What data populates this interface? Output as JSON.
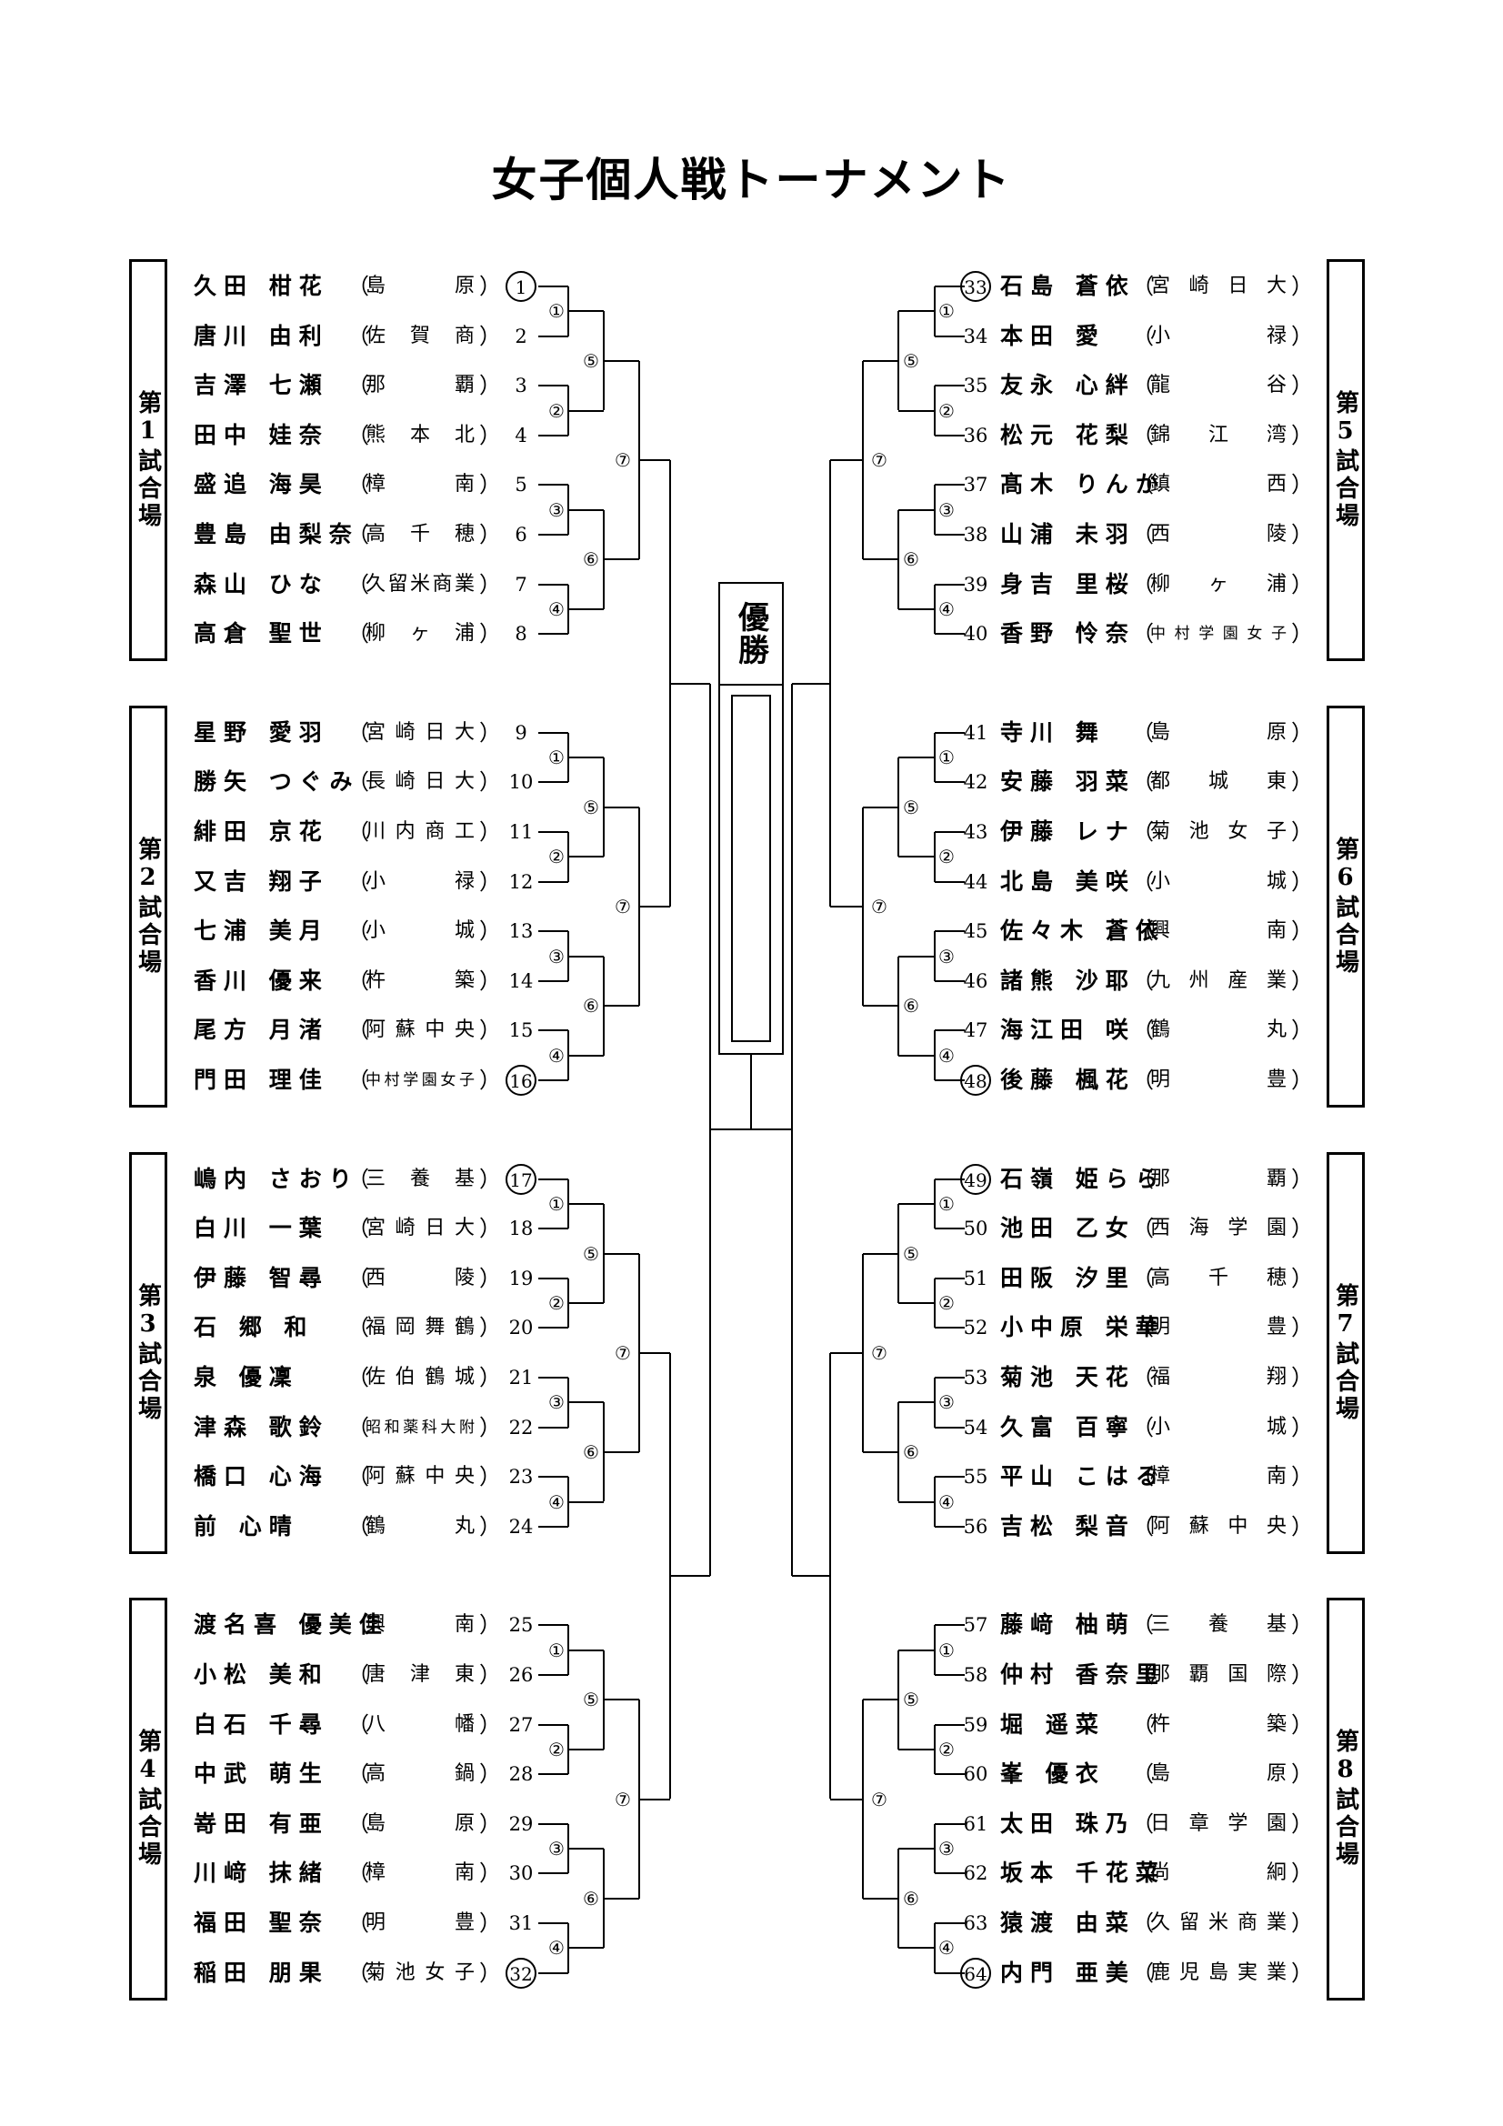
{
  "title": "女子個人戦トーナメント",
  "champion_label": "優勝",
  "round_labels": {
    "r1": [
      "①",
      "②",
      "③",
      "④"
    ],
    "r2": [
      "⑤",
      "⑥"
    ],
    "r3": "⑦"
  },
  "venues": [
    {
      "label": "第1試合場"
    },
    {
      "label": "第2試合場"
    },
    {
      "label": "第3試合場"
    },
    {
      "label": "第4試合場"
    },
    {
      "label": "第5試合場"
    },
    {
      "label": "第6試合場"
    },
    {
      "label": "第7試合場"
    },
    {
      "label": "第8試合場"
    }
  ],
  "players": [
    {
      "no": "1",
      "name": "久田 柑花",
      "school": "島原",
      "seed": true
    },
    {
      "no": "2",
      "name": "唐川 由利",
      "school": "佐賀商"
    },
    {
      "no": "3",
      "name": "吉澤 七瀬",
      "school": "那覇"
    },
    {
      "no": "4",
      "name": "田中 娃奈",
      "school": "熊本北"
    },
    {
      "no": "5",
      "name": "盛追 海昊",
      "school": "樟南"
    },
    {
      "no": "6",
      "name": "豊島 由梨奈",
      "school": "高千穂"
    },
    {
      "no": "7",
      "name": "森山 ひな",
      "school": "久留米商業"
    },
    {
      "no": "8",
      "name": "高倉 聖世",
      "school": "柳ヶ浦"
    },
    {
      "no": "9",
      "name": "星野 愛羽",
      "school": "宮崎日大"
    },
    {
      "no": "10",
      "name": "勝矢 つぐみ",
      "school": "長崎日大"
    },
    {
      "no": "11",
      "name": "緋田 京花",
      "school": "川内商工"
    },
    {
      "no": "12",
      "name": "又吉 翔子",
      "school": "小禄"
    },
    {
      "no": "13",
      "name": "七浦 美月",
      "school": "小城"
    },
    {
      "no": "14",
      "name": "香川 優来",
      "school": "杵築"
    },
    {
      "no": "15",
      "name": "尾方 月渚",
      "school": "阿蘇中央"
    },
    {
      "no": "16",
      "name": "門田 理佳",
      "school": "中村学園女子",
      "seed": true,
      "small": true
    },
    {
      "no": "17",
      "name": "嶋内 さおり",
      "school": "三養基",
      "seed": true
    },
    {
      "no": "18",
      "name": "白川 一葉",
      "school": "宮崎日大"
    },
    {
      "no": "19",
      "name": "伊藤 智尋",
      "school": "西陵"
    },
    {
      "no": "20",
      "name": "石 郷 和",
      "school": "福岡舞鶴"
    },
    {
      "no": "21",
      "name": "泉 優凜",
      "school": "佐伯鶴城"
    },
    {
      "no": "22",
      "name": "津森 歌鈴",
      "school": "昭和薬科大附",
      "small": true
    },
    {
      "no": "23",
      "name": "橋口 心海",
      "school": "阿蘇中央"
    },
    {
      "no": "24",
      "name": "前 心晴",
      "school": "鶴丸"
    },
    {
      "no": "25",
      "name": "渡名喜 優美佳",
      "school": "興南"
    },
    {
      "no": "26",
      "name": "小松 美和",
      "school": "唐津東"
    },
    {
      "no": "27",
      "name": "白石 千尋",
      "school": "八幡"
    },
    {
      "no": "28",
      "name": "中武 萌生",
      "school": "高鍋"
    },
    {
      "no": "29",
      "name": "嵜田 有亜",
      "school": "島原"
    },
    {
      "no": "30",
      "name": "川﨑 抹緒",
      "school": "樟南"
    },
    {
      "no": "31",
      "name": "福田 聖奈",
      "school": "明豊"
    },
    {
      "no": "32",
      "name": "稲田 朋果",
      "school": "菊池女子",
      "seed": true
    },
    {
      "no": "33",
      "name": "石島 蒼依",
      "school": "宮崎日大",
      "seed": true
    },
    {
      "no": "34",
      "name": "本田 愛",
      "school": "小禄"
    },
    {
      "no": "35",
      "name": "友永 心絆",
      "school": "龍谷"
    },
    {
      "no": "36",
      "name": "松元 花梨",
      "school": "錦江湾"
    },
    {
      "no": "37",
      "name": "髙木 りんか",
      "school": "鎮西"
    },
    {
      "no": "38",
      "name": "山浦 未羽",
      "school": "西陵"
    },
    {
      "no": "39",
      "name": "身吉 里桜",
      "school": "柳ヶ浦"
    },
    {
      "no": "40",
      "name": "香野 怜奈",
      "school": "中村学園女子",
      "small": true
    },
    {
      "no": "41",
      "name": "寺川 舞",
      "school": "島原"
    },
    {
      "no": "42",
      "name": "安藤 羽菜",
      "school": "都城東"
    },
    {
      "no": "43",
      "name": "伊藤 レナ",
      "school": "菊池女子"
    },
    {
      "no": "44",
      "name": "北島 美咲",
      "school": "小城"
    },
    {
      "no": "45",
      "name": "佐々木 蒼依",
      "school": "興南"
    },
    {
      "no": "46",
      "name": "諸熊 沙耶",
      "school": "九州産業"
    },
    {
      "no": "47",
      "name": "海江田 咲",
      "school": "鶴丸"
    },
    {
      "no": "48",
      "name": "後藤 楓花",
      "school": "明豊",
      "seed": true
    },
    {
      "no": "49",
      "name": "石嶺 姫らら",
      "school": "那覇",
      "seed": true
    },
    {
      "no": "50",
      "name": "池田 乙女",
      "school": "西海学園"
    },
    {
      "no": "51",
      "name": "田阪 汐里",
      "school": "高千穂"
    },
    {
      "no": "52",
      "name": "小中原 栄華",
      "school": "明豊"
    },
    {
      "no": "53",
      "name": "菊池 天花",
      "school": "福翔"
    },
    {
      "no": "54",
      "name": "久富 百寧",
      "school": "小城"
    },
    {
      "no": "55",
      "name": "平山 こはる",
      "school": "樟南"
    },
    {
      "no": "56",
      "name": "吉松 梨音",
      "school": "阿蘇中央"
    },
    {
      "no": "57",
      "name": "藤﨑 柚萌",
      "school": "三養基"
    },
    {
      "no": "58",
      "name": "仲村 香奈里",
      "school": "那覇国際"
    },
    {
      "no": "59",
      "name": "堀 遥菜",
      "school": "杵築"
    },
    {
      "no": "60",
      "name": "峯 優衣",
      "school": "島原"
    },
    {
      "no": "61",
      "name": "太田 珠乃",
      "school": "日章学園"
    },
    {
      "no": "62",
      "name": "坂本 千花菜",
      "school": "尚絅"
    },
    {
      "no": "63",
      "name": "猿渡 由菜",
      "school": "久留米商業"
    },
    {
      "no": "64",
      "name": "内門 亜美",
      "school": "鹿児島実業",
      "seed": true
    }
  ]
}
